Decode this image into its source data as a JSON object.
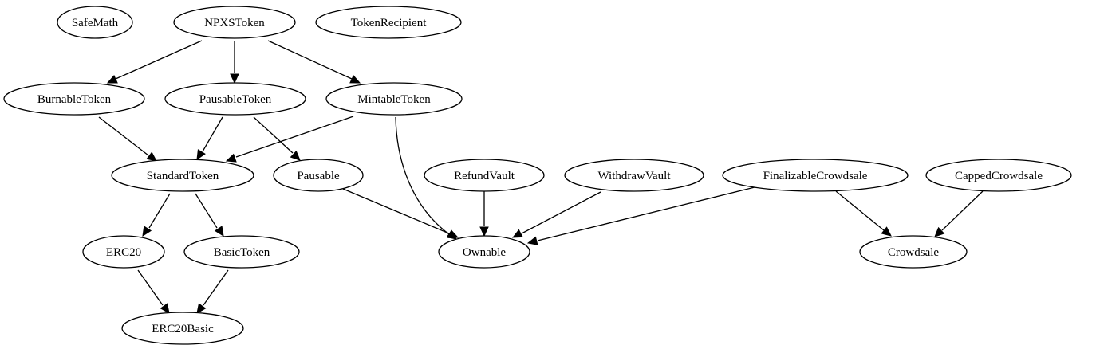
{
  "diagram": {
    "nodes": [
      {
        "id": "safemath",
        "label": "SafeMath"
      },
      {
        "id": "npxstoken",
        "label": "NPXSToken"
      },
      {
        "id": "tokenrecipient",
        "label": "TokenRecipient"
      },
      {
        "id": "burnabletoken",
        "label": "BurnableToken"
      },
      {
        "id": "pausabletoken",
        "label": "PausableToken"
      },
      {
        "id": "mintabletoken",
        "label": "MintableToken"
      },
      {
        "id": "standardtoken",
        "label": "StandardToken"
      },
      {
        "id": "pausable",
        "label": "Pausable"
      },
      {
        "id": "refundvault",
        "label": "RefundVault"
      },
      {
        "id": "withdrawvault",
        "label": "WithdrawVault"
      },
      {
        "id": "finalizablecrowdsale",
        "label": "FinalizableCrowdsale"
      },
      {
        "id": "cappedcrowdsale",
        "label": "CappedCrowdsale"
      },
      {
        "id": "erc20",
        "label": "ERC20"
      },
      {
        "id": "basictoken",
        "label": "BasicToken"
      },
      {
        "id": "ownable",
        "label": "Ownable"
      },
      {
        "id": "crowdsale",
        "label": "Crowdsale"
      },
      {
        "id": "erc20basic",
        "label": "ERC20Basic"
      }
    ],
    "edges": [
      {
        "from": "npxstoken",
        "to": "burnabletoken"
      },
      {
        "from": "npxstoken",
        "to": "pausabletoken"
      },
      {
        "from": "npxstoken",
        "to": "mintabletoken"
      },
      {
        "from": "burnabletoken",
        "to": "standardtoken"
      },
      {
        "from": "pausabletoken",
        "to": "standardtoken"
      },
      {
        "from": "pausabletoken",
        "to": "pausable"
      },
      {
        "from": "mintabletoken",
        "to": "standardtoken"
      },
      {
        "from": "mintabletoken",
        "to": "ownable"
      },
      {
        "from": "standardtoken",
        "to": "erc20"
      },
      {
        "from": "standardtoken",
        "to": "basictoken"
      },
      {
        "from": "erc20",
        "to": "erc20basic"
      },
      {
        "from": "basictoken",
        "to": "erc20basic"
      },
      {
        "from": "pausable",
        "to": "ownable"
      },
      {
        "from": "refundvault",
        "to": "ownable"
      },
      {
        "from": "withdrawvault",
        "to": "ownable"
      },
      {
        "from": "finalizablecrowdsale",
        "to": "ownable"
      },
      {
        "from": "finalizablecrowdsale",
        "to": "crowdsale"
      },
      {
        "from": "cappedcrowdsale",
        "to": "crowdsale"
      }
    ]
  }
}
